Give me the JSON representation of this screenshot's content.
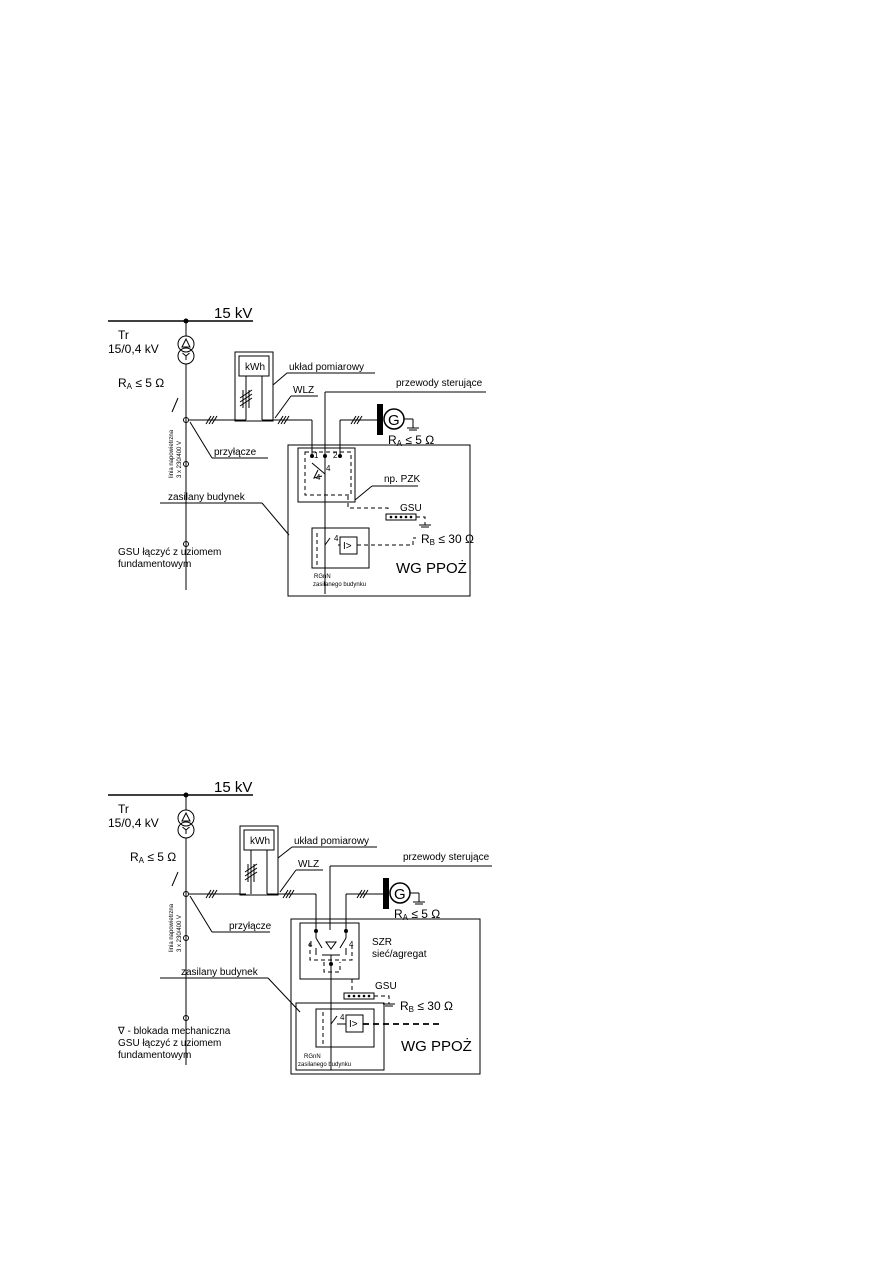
{
  "diagram1": {
    "voltage": "15 kV",
    "transformer_label": "Tr",
    "transformer_ratio": "15/0,4 kV",
    "ra_main": "R",
    "ra_sub": "A",
    "ra_rest": " ≤ 5 Ω",
    "kwh": "kWh",
    "meter_label": "układ pomiarowy",
    "wlz": "WLZ",
    "control_wires": "przewody sterujące",
    "generator": "G",
    "ra_gen_main": "R",
    "ra_gen_sub": "A",
    "ra_gen_rest": " ≤ 5 Ω",
    "line_label_1": "linia napowietrzna",
    "line_label_2": "3 x 230/400 V",
    "connection": "przyłącze",
    "switch_1": "1",
    "switch_2": "2",
    "switch_4a": "4",
    "switch_4b": "4",
    "pzk": "np. PZK",
    "gsu": "GSU",
    "building": "zasilany budynek",
    "rb_main": "R",
    "rb_sub": "B",
    "rb_rest": " ≤ 30 Ω",
    "relay": "I>",
    "switch_4c": "4",
    "note_1": "GSU łączyć z uziomem",
    "note_2": "fundamentowym",
    "wg": "WG PPOŻ",
    "rgnn_1": "RGnN",
    "rgnn_2": "zasilanego budynku"
  },
  "diagram2": {
    "voltage": "15 kV",
    "transformer_label": "Tr",
    "transformer_ratio": "15/0,4 kV",
    "ra_main": "R",
    "ra_sub": "A",
    "ra_rest": " ≤ 5 Ω",
    "kwh": "kWh",
    "meter_label": "układ pomiarowy",
    "wlz": "WLZ",
    "control_wires": "przewody sterujące",
    "generator": "G",
    "ra_gen_main": "R",
    "ra_gen_sub": "A",
    "ra_gen_rest": " ≤ 5 Ω",
    "line_label_1": "linia napowietrzna",
    "line_label_2": "3 x 230/400 V",
    "connection": "przyłącze",
    "switch_4a": "4",
    "switch_4b": "4",
    "szr_1": "SZR",
    "szr_2": "sieć/agregat",
    "gsu": "GSU",
    "building": "zasilany budynek",
    "rb_main": "R",
    "rb_sub": "B",
    "rb_rest": " ≤ 30 Ω",
    "relay": "I>",
    "switch_4c": "4",
    "legend_symbol": "∇",
    "legend_text": " - blokada mechaniczna",
    "note_1": "GSU łączyć z uziomem",
    "note_2": "fundamentowym",
    "wg": "WG PPOŻ",
    "rgnn_1": "RGnN",
    "rgnn_2": "zasilanego budynku"
  }
}
